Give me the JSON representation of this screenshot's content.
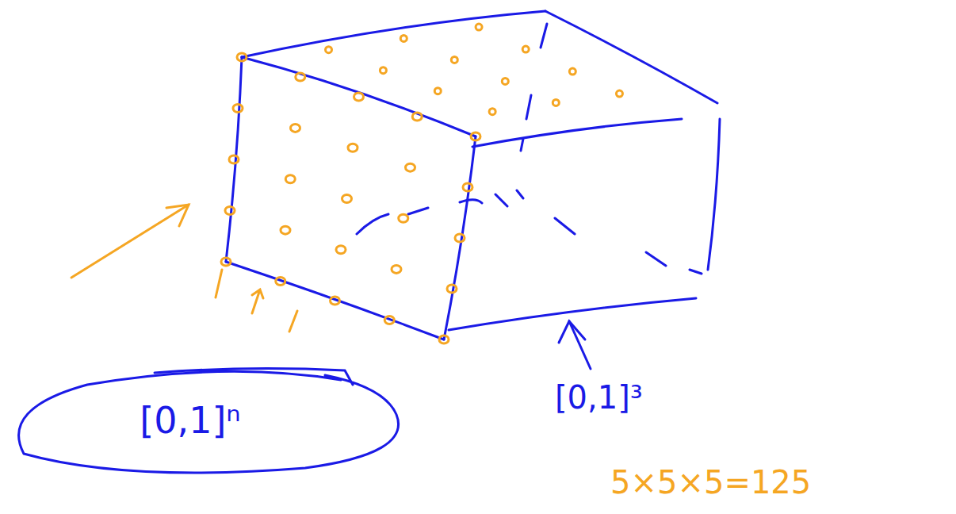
{
  "diagram": {
    "nodes": [
      {
        "text": [
          "[0,1]ⁿ"
        ]
      }
    ],
    "labels": [
      "[0,1]³",
      "5×5×5=125"
    ]
  }
}
